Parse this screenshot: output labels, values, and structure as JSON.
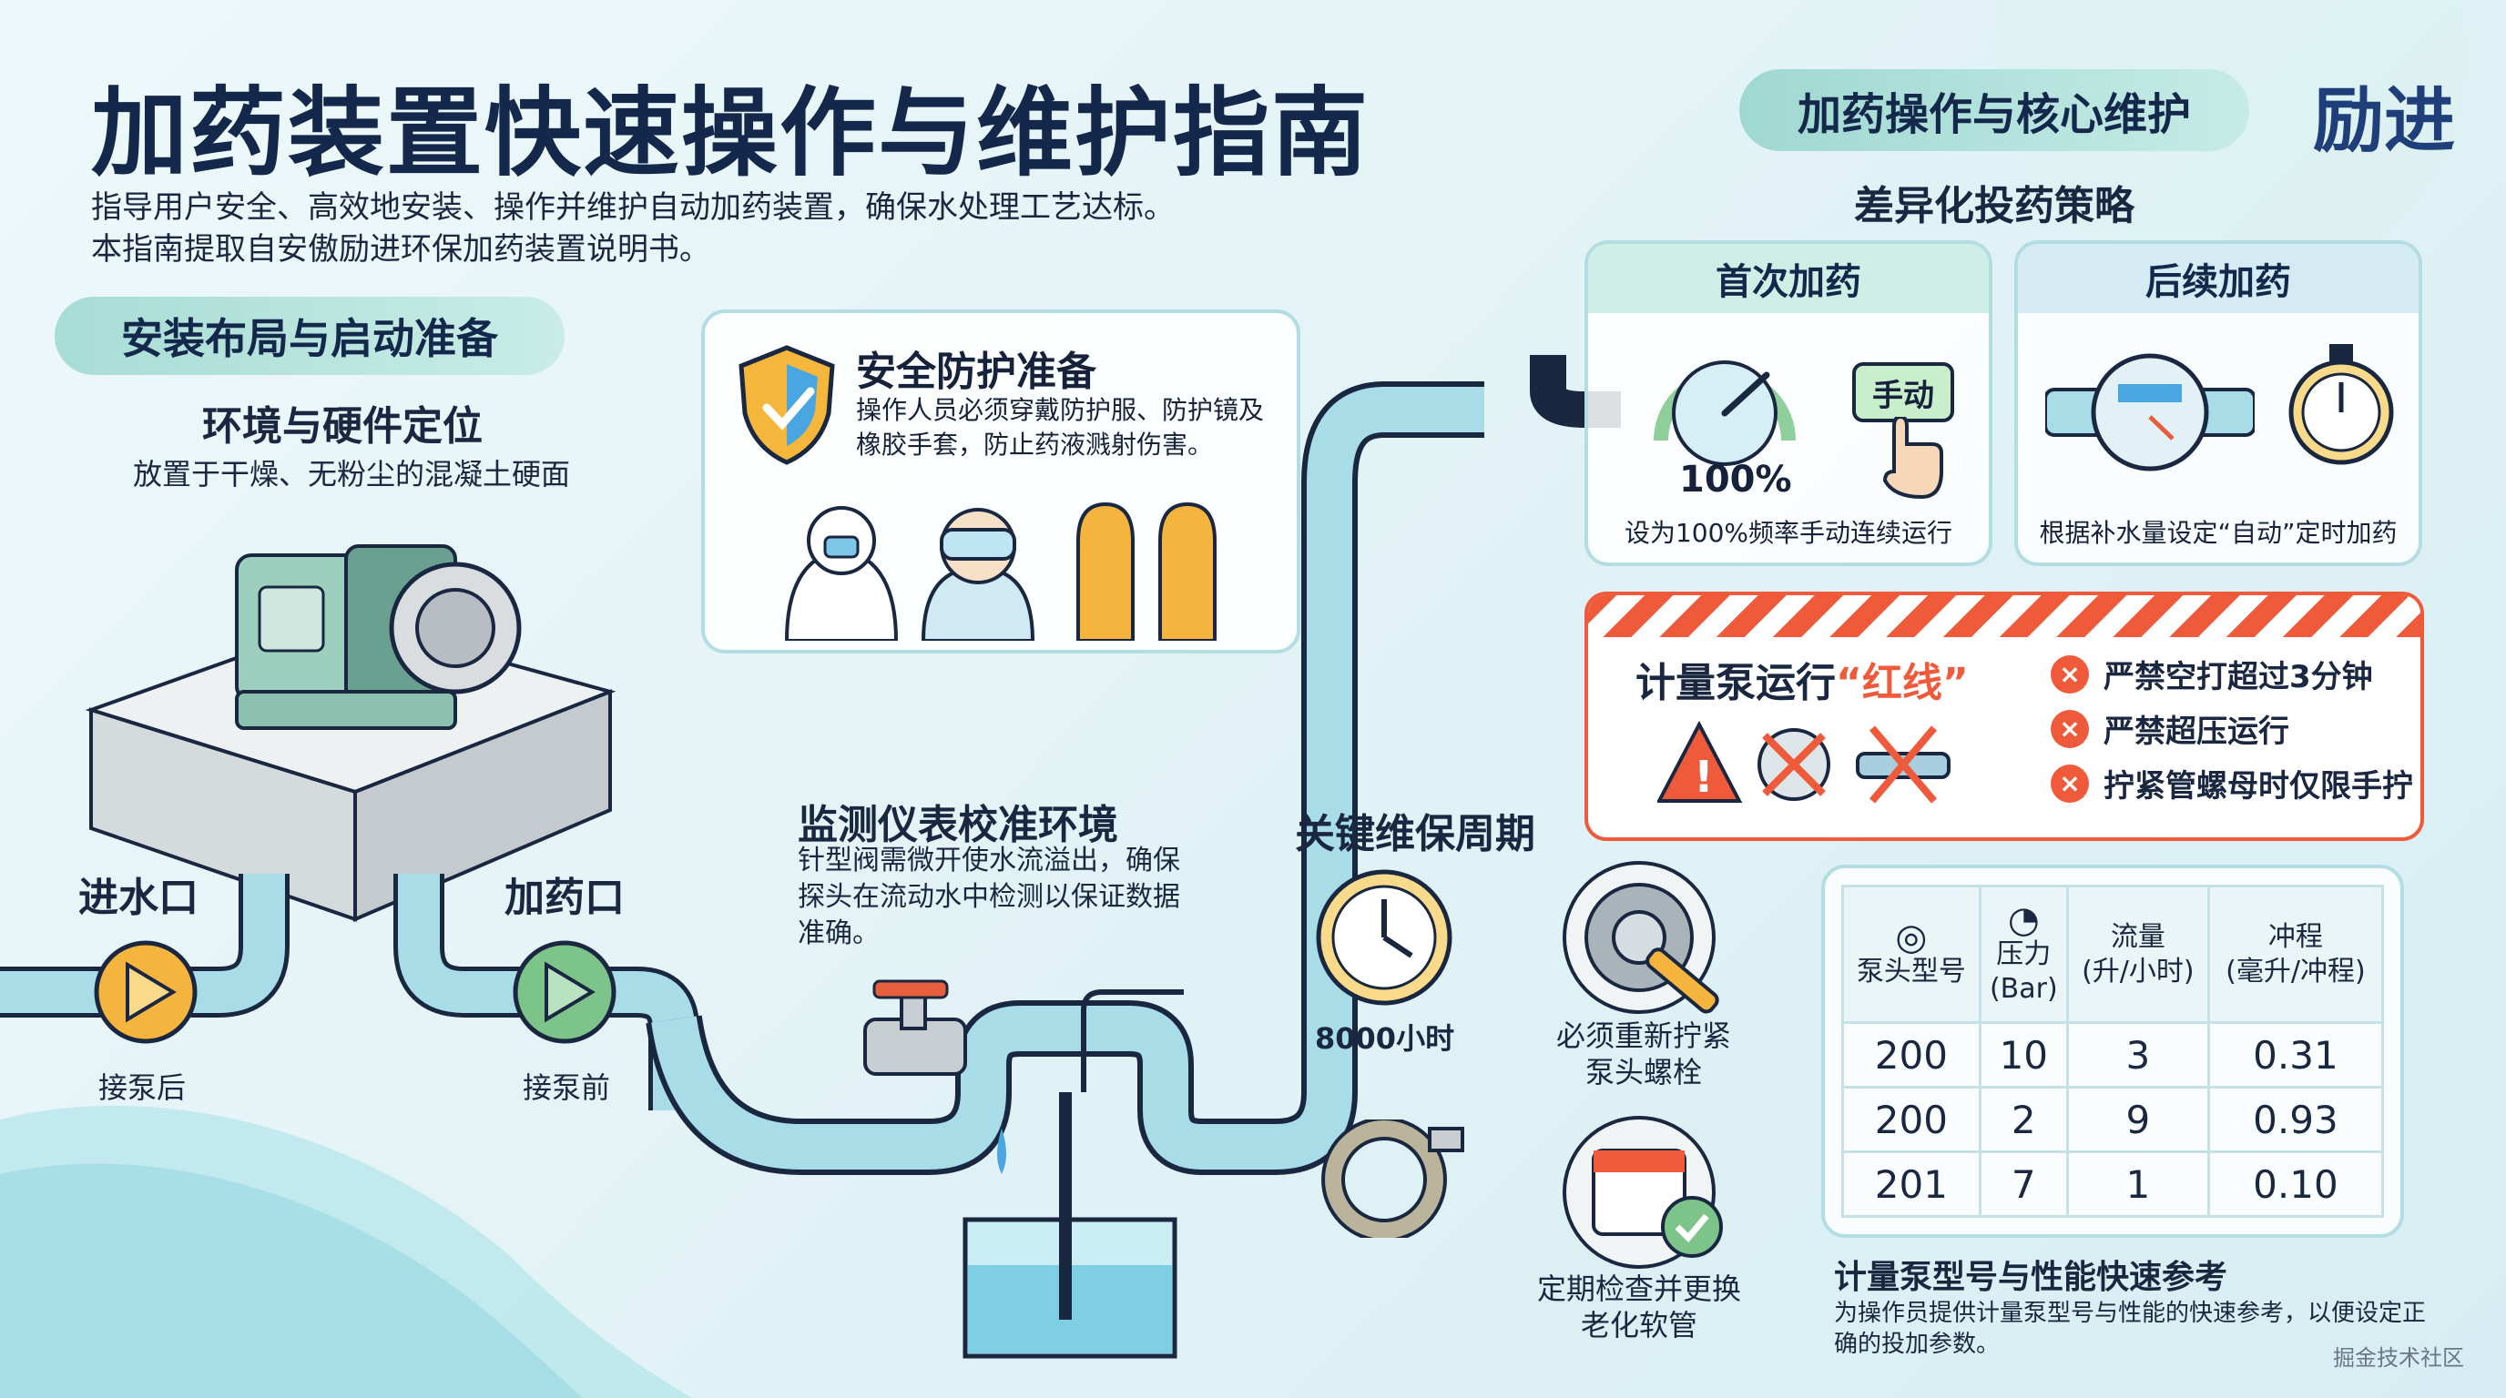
{
  "header": {
    "title": "加药装置快速操作与维护指南",
    "desc1": "指导用户安全、高效地安装、操作并维护自动加药装置，确保水处理工艺达标。",
    "desc2": "本指南提取自安傲励进环保加药装置说明书。"
  },
  "logo": "励进",
  "install": {
    "pill": "安装布局与启动准备",
    "env_title": "环境与硬件定位",
    "env_desc": "放置于干燥、无粉尘的混凝土硬面",
    "inlet": "进水口",
    "dosing_port": "加药口",
    "after_pump": "接泵后",
    "before_pump": "接泵前"
  },
  "safety": {
    "title": "安全防护准备",
    "desc": "操作人员必须穿戴防护服、防护镜及橡胶手套，防止药液溅射伤害。"
  },
  "monitor": {
    "title": "监测仪表校准环境",
    "desc": "针型阀需微开使水流溢出，确保探头在流动水中检测以保证数据准确。"
  },
  "ops": {
    "pill": "加药操作与核心维护",
    "strategy_title": "差异化投药策略",
    "first": {
      "title": "首次加药",
      "gauge": "100%",
      "button": "手动",
      "desc": "设为100%频率手动连续运行"
    },
    "later": {
      "title": "后续加药",
      "desc": "根据补水量设定“自动”定时加药"
    }
  },
  "redline": {
    "title_a": "计量泵运行",
    "title_b": "“红线”",
    "items": [
      "严禁空打超过3分钟",
      "严禁超压运行",
      "拧紧管螺母时仅限手拧"
    ]
  },
  "maintenance": {
    "title": "关键维保周期",
    "hours": "8000小时",
    "bolt": [
      "必须重新拧紧",
      "泵头螺栓"
    ],
    "hose": [
      "定期检查并更换",
      "老化软管"
    ]
  },
  "table": {
    "headers": [
      [
        "泵头型号"
      ],
      [
        "压力",
        "(Bar)"
      ],
      [
        "流量",
        "(升/小时)"
      ],
      [
        "冲程",
        "(毫升/冲程)"
      ]
    ],
    "rows": [
      [
        "200",
        "10",
        "3",
        "0.31"
      ],
      [
        "200",
        "2",
        "9",
        "0.93"
      ],
      [
        "201",
        "7",
        "1",
        "0.10"
      ]
    ],
    "caption": "计量泵型号与性能快速参考",
    "note1": "为操作员提供计量泵型号与性能的快速参考，以便设定正",
    "note2": "确的投加参数。"
  },
  "watermark": "掘金技术社区",
  "colors": {
    "accent_teal": "#9fd8d1",
    "pipe": "#a8dde8",
    "warning": "#ef5b3a",
    "navy": "#13284a"
  }
}
